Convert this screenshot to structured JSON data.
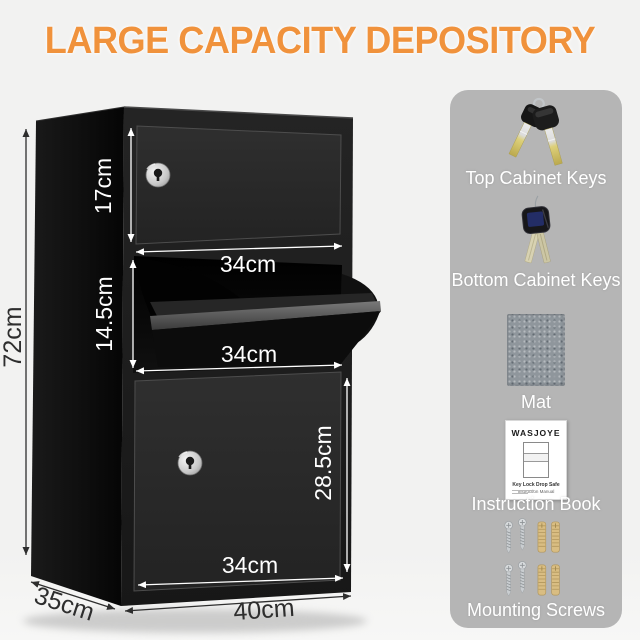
{
  "title": "LARGE CAPACITY DEPOSITORY",
  "brand_plate": "WASJOYE",
  "safe": {
    "dims": {
      "overall_height": "72cm",
      "depth": "35cm",
      "width": "40cm",
      "top_door_height": "17cm",
      "top_door_width": "34cm",
      "drop_slot_height": "14.5cm",
      "drop_slot_width": "34cm",
      "bottom_door_height": "28.5cm",
      "bottom_door_width": "34cm"
    }
  },
  "accessories": {
    "items": [
      {
        "label": "Top Cabinet Keys",
        "icon": "top-cabinet-keys-icon"
      },
      {
        "label": "Bottom Cabinet Keys",
        "icon": "bottom-cabinet-keys-icon"
      },
      {
        "label": "Mat",
        "icon": "mat-icon"
      },
      {
        "label": "Instruction Book",
        "icon": "instruction-book-icon"
      },
      {
        "label": "Mounting Screws",
        "icon": "mounting-screws-icon"
      }
    ],
    "book": {
      "brand": "WASJOYE",
      "title": "Key Lock Drop Safe",
      "subtitle": "Instruction Manual"
    }
  },
  "colors": {
    "accent_orange": "#F0923C",
    "panel_gray": "#B5B5B5",
    "safe_black": "#1B1B1B",
    "dimension_white": "#FFFFFF",
    "dimension_dark": "#2E2E2E"
  }
}
